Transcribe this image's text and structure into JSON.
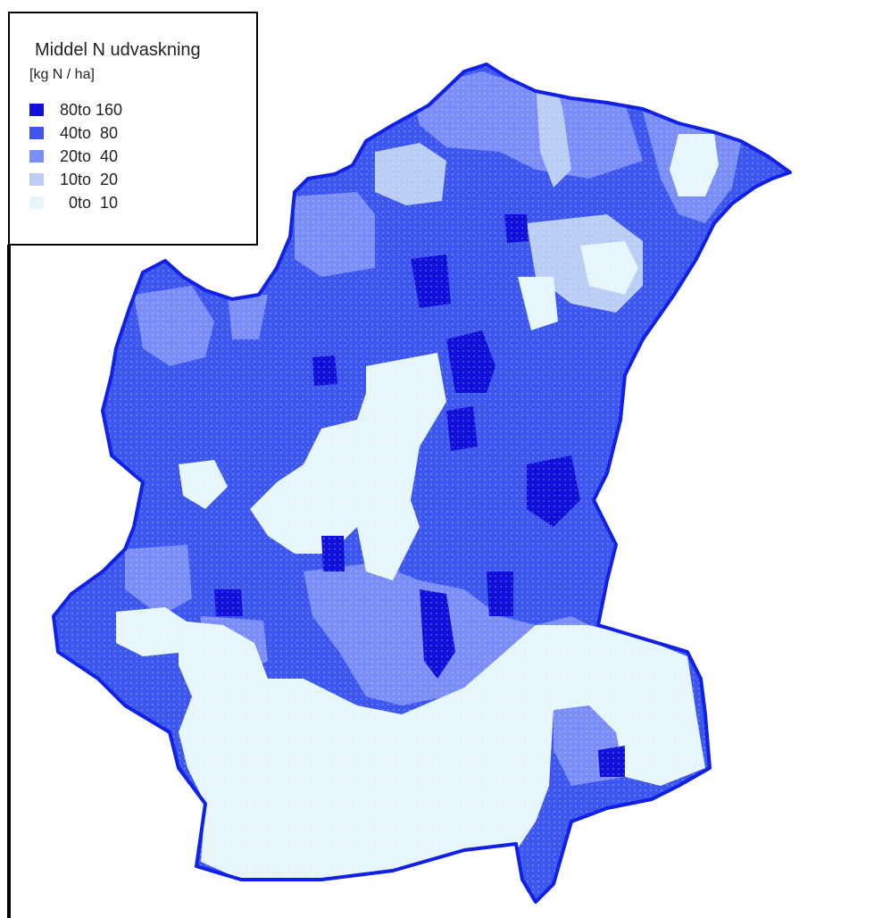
{
  "legend": {
    "title": "Middel N udvaskning",
    "unit": "[kg N / ha]",
    "classes": [
      {
        "label": "80to 160",
        "color": "#1010d8"
      },
      {
        "label": "40to  80",
        "color": "#3d57ee"
      },
      {
        "label": "20to  40",
        "color": "#7b8df7"
      },
      {
        "label": "10to  20",
        "color": "#b9cdf5"
      },
      {
        "label": "  0to  10",
        "color": "#e6f6fb"
      }
    ]
  },
  "map": {
    "outline_color": "#1020e6"
  }
}
